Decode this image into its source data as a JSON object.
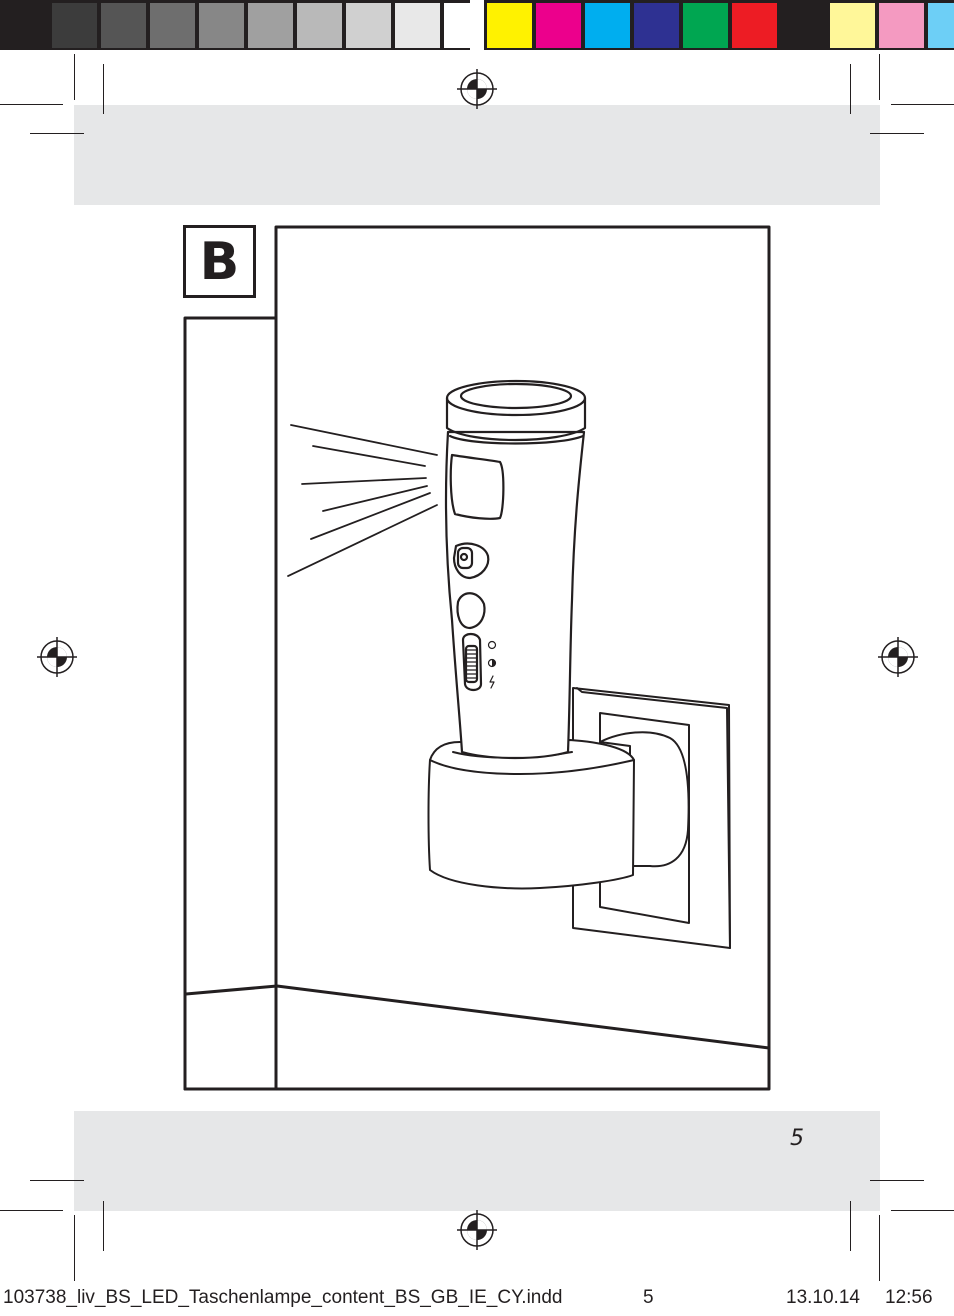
{
  "document": {
    "section_letter": "B",
    "page_number": "5",
    "slug": {
      "filename": "103738_liv_BS_LED_Taschenlampe_content_BS_GB_IE_CY.indd",
      "page": "5",
      "date": "13.10.14",
      "time": "12:56"
    }
  },
  "colors": {
    "ink": "#231f20",
    "band_gray": "#e6e7e8",
    "gray_swatches": [
      "#231f20",
      "#3c3c3c",
      "#555555",
      "#6e6e6e",
      "#878787",
      "#a0a0a0",
      "#b9b9b9",
      "#d0d0d0",
      "#e8e8e8",
      "#ffffff"
    ],
    "process_swatches": [
      "#fff200",
      "#ec008c",
      "#00aeef",
      "#2e3192",
      "#00a651",
      "#ed1c24",
      "#231f20",
      "#fff799",
      "#f49ac1",
      "#6dcff6"
    ]
  },
  "illustration": {
    "subject": "flashlight in charging base plugged into wall socket",
    "switch_symbols": [
      "circle-icon",
      "half-circle-icon",
      "lightning-icon"
    ]
  }
}
